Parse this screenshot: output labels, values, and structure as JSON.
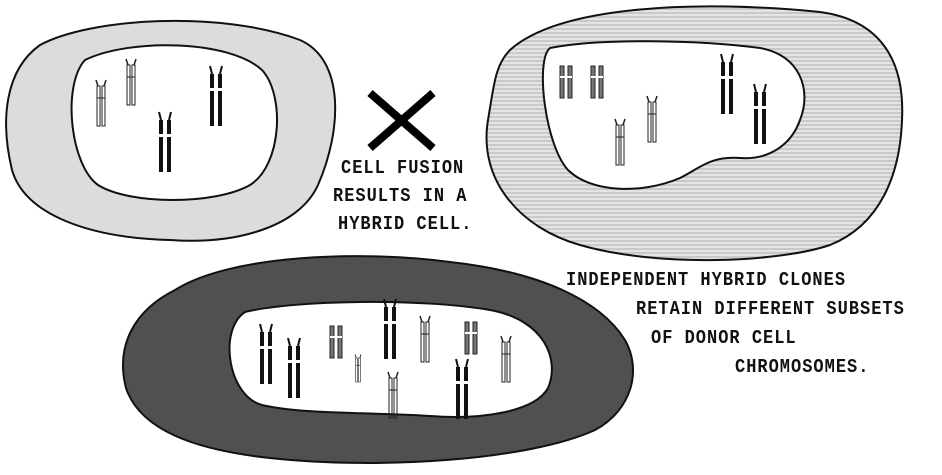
{
  "fusion_caption": {
    "line1": "CELL FUSION",
    "line2": "RESULTS IN A",
    "line3": "HYBRID CELL."
  },
  "clones_caption": {
    "line1": "INDEPENDENT HYBRID CLONES",
    "line2": "RETAIN DIFFERENT SUBSETS",
    "line3": "OF DONOR CELL",
    "line4": "CHROMOSOMES."
  },
  "cross_symbol": "×",
  "colors": {
    "cell_a_cytoplasm": "#dcdcdc",
    "cell_b_cytoplasm": "#d8d8d8",
    "hybrid_cytoplasm": "#505050",
    "nucleus": "#ffffff",
    "outline": "#111111"
  }
}
